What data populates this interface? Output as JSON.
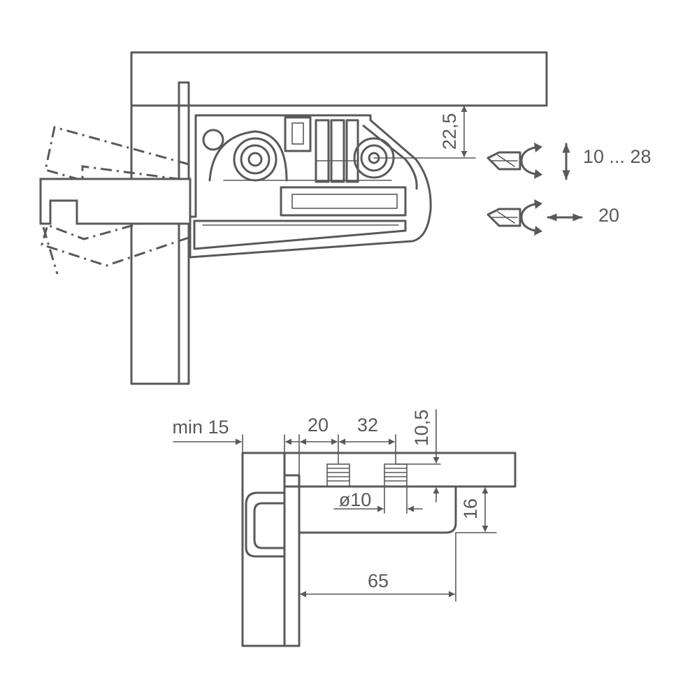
{
  "top_view": {
    "dim_height": "22,5",
    "screw_vertical_range": "10 ... 28",
    "screw_depth": "20",
    "screwdriver_icon": "phillips-screwdriver-icon",
    "rotate_icon": "rotation-arrow-icon"
  },
  "bottom_view": {
    "dim_min": "min 15",
    "dim_spacing_a": "20",
    "dim_spacing_b": "32",
    "dim_offset": "10,5",
    "dim_diameter": "ø10",
    "dim_depth": "16",
    "dim_length": "65"
  },
  "colors": {
    "line": "#58595b",
    "background": "#ffffff"
  }
}
